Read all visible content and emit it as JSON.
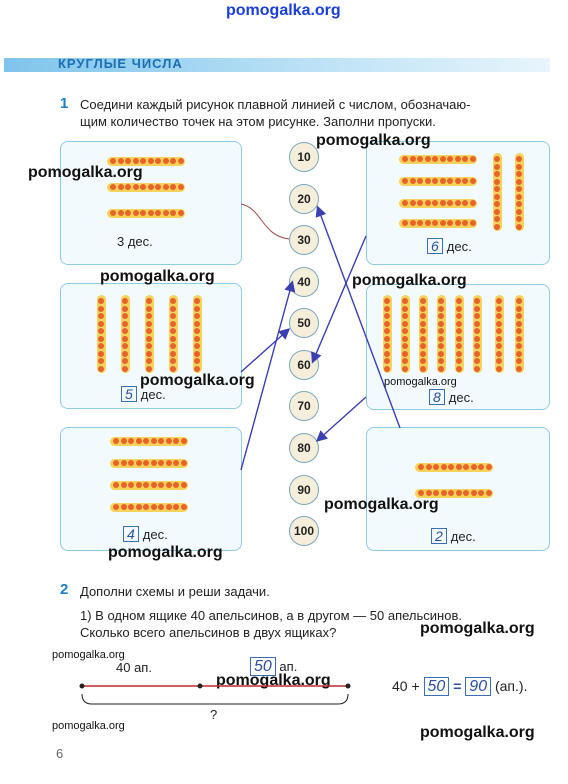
{
  "watermark": "pomogalka.org",
  "header": {
    "title": "КРУГЛЫЕ ЧИСЛА"
  },
  "task1": {
    "number": "1",
    "text_line1": "Соедини каждый рисунок плавной линией с числом, обозначаю-",
    "text_line2": "щим количество точек на этом рисунке. Заполни пропуски.",
    "numbers": [
      "10",
      "20",
      "30",
      "40",
      "50",
      "60",
      "70",
      "80",
      "90",
      "100"
    ],
    "cards": [
      {
        "id": "top-left",
        "answer": "",
        "label": "3 дес."
      },
      {
        "id": "mid-left",
        "answer": "5",
        "label": "дес."
      },
      {
        "id": "bottom-left",
        "answer": "4",
        "label": "дес."
      },
      {
        "id": "top-right",
        "answer": "6",
        "label": "дес."
      },
      {
        "id": "mid-right",
        "answer": "8",
        "label": "дес."
      },
      {
        "id": "bottom-right",
        "answer": "2",
        "label": "дес."
      }
    ]
  },
  "task2": {
    "number": "2",
    "heading": "Дополни схемы и реши задачи.",
    "problem_line1": "1) В одном ящике 40 апельсинов, а в другом — 50 апельсинов.",
    "problem_line2": "Сколько всего апельсинов в двух ящиках?",
    "scheme_left": "40 ап.",
    "scheme_right_value": "50",
    "scheme_right_unit": "ап.",
    "question_mark": "?",
    "equation_a": "40 +",
    "equation_b": "50",
    "equation_eq": "=",
    "equation_result": "90",
    "equation_unit": "(ап.)."
  },
  "page_number": "6",
  "colors": {
    "dot": "#e8632a",
    "bar": "#f5d25a",
    "line": "#3b3fb0",
    "card_border": "#8ccbe6"
  }
}
